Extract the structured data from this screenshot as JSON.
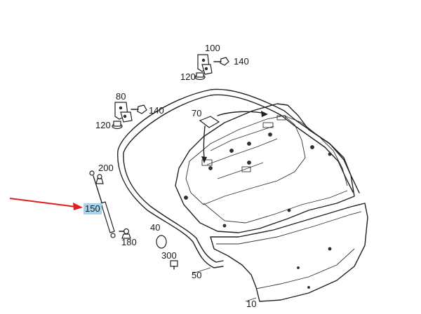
{
  "labels": {
    "p100": "100",
    "p140a": "140",
    "p120a": "120",
    "p80": "80",
    "p140b": "140",
    "p120b": "120",
    "p70": "70",
    "p200": "200",
    "p150": "150",
    "p40": "40",
    "p180": "180",
    "p300": "300",
    "p50": "50",
    "p10": "10"
  },
  "colors": {
    "pointer": "#e02020",
    "highlight": "#a9d3ec",
    "line": "#222222"
  }
}
